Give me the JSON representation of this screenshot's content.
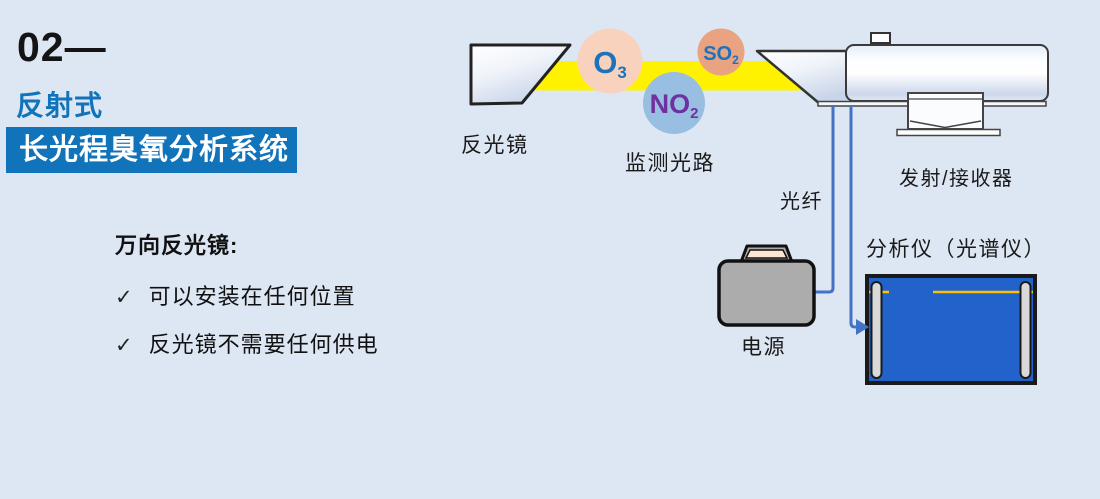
{
  "header": {
    "section_number": "02—",
    "subtitle": "反射式",
    "title_banner": "长光程臭氧分析系统"
  },
  "bullets": {
    "heading": "万向反光镜:",
    "check": "✓",
    "items": [
      {
        "text": "可以安装在任何位置"
      },
      {
        "text": "反光镜不需要任何供电"
      }
    ]
  },
  "diagram": {
    "labels": {
      "mirror": "反光镜",
      "light_path": "监测光路",
      "fiber": "光纤",
      "transceiver": "发射/接收器",
      "analyzer": "分析仪（光谱仪）",
      "power": "电源"
    },
    "molecules": [
      {
        "name": "O3",
        "main": "O",
        "sub": "3",
        "fill": "#F8D2BD",
        "text_color": "#1B72BE"
      },
      {
        "name": "NO2",
        "main": "NO",
        "sub": "2",
        "fill": "#98BEE2",
        "text_color": "#7030A0"
      },
      {
        "name": "SO2",
        "main": "SO",
        "sub": "2",
        "fill": "#E9A380",
        "text_color": "#1B72BE"
      }
    ],
    "colors": {
      "background": "#DDE7F3",
      "accent_blue": "#1173B9",
      "beam_yellow": "#FFF200",
      "line_blue": "#4472C4",
      "analyzer_blue": "#2163CB",
      "analyzer_line_yellow": "#FFC000",
      "power_gray": "#ACACAC",
      "handle_inner": "#FCE5D3"
    }
  }
}
